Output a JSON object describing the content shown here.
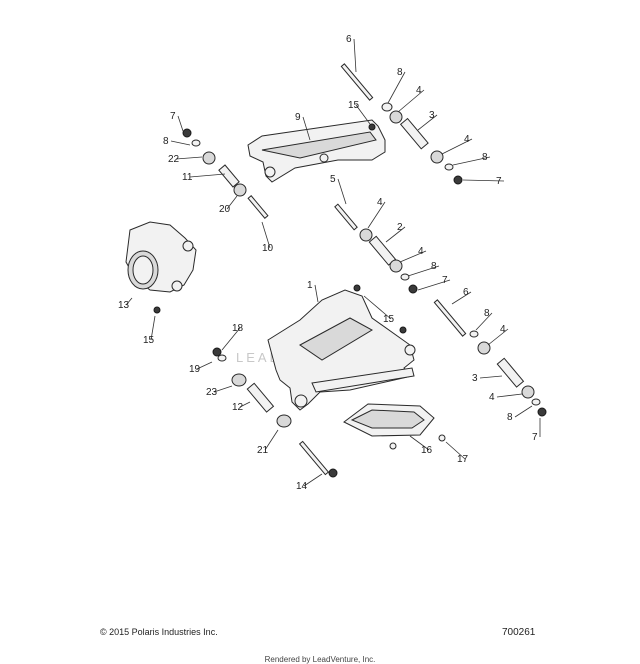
{
  "watermark_text": "LEADVENTURE",
  "footer": {
    "copyright": "© 2015 Polaris Industries Inc.",
    "drawing_number": "700261",
    "rendered_by": "Rendered by LeadVenture, Inc."
  },
  "callouts": [
    {
      "id": "c6a",
      "label": "6"
    },
    {
      "id": "c8a",
      "label": "8"
    },
    {
      "id": "c4a",
      "label": "4"
    },
    {
      "id": "c15a",
      "label": "15"
    },
    {
      "id": "c9",
      "label": "9"
    },
    {
      "id": "c3a",
      "label": "3"
    },
    {
      "id": "c4b",
      "label": "4"
    },
    {
      "id": "c8b",
      "label": "8"
    },
    {
      "id": "c7a",
      "label": "7"
    },
    {
      "id": "c7b",
      "label": "7"
    },
    {
      "id": "c8c",
      "label": "8"
    },
    {
      "id": "c22",
      "label": "22"
    },
    {
      "id": "c11",
      "label": "11"
    },
    {
      "id": "c20",
      "label": "20"
    },
    {
      "id": "c10",
      "label": "10"
    },
    {
      "id": "c5",
      "label": "5"
    },
    {
      "id": "c4c",
      "label": "4"
    },
    {
      "id": "c2",
      "label": "2"
    },
    {
      "id": "c4d",
      "label": "4"
    },
    {
      "id": "c8d",
      "label": "8"
    },
    {
      "id": "c7c",
      "label": "7"
    },
    {
      "id": "c13",
      "label": "13"
    },
    {
      "id": "c15b",
      "label": "15"
    },
    {
      "id": "c1",
      "label": "1"
    },
    {
      "id": "c15c",
      "label": "15"
    },
    {
      "id": "c6b",
      "label": "6"
    },
    {
      "id": "c8e",
      "label": "8"
    },
    {
      "id": "c4e",
      "label": "4"
    },
    {
      "id": "c18",
      "label": "18"
    },
    {
      "id": "c19",
      "label": "19"
    },
    {
      "id": "c23",
      "label": "23"
    },
    {
      "id": "c12",
      "label": "12"
    },
    {
      "id": "c3b",
      "label": "3"
    },
    {
      "id": "c4f",
      "label": "4"
    },
    {
      "id": "c8f",
      "label": "8"
    },
    {
      "id": "c7d",
      "label": "7"
    },
    {
      "id": "c21",
      "label": "21"
    },
    {
      "id": "c16",
      "label": "16"
    },
    {
      "id": "c17",
      "label": "17"
    },
    {
      "id": "c14",
      "label": "14"
    }
  ]
}
